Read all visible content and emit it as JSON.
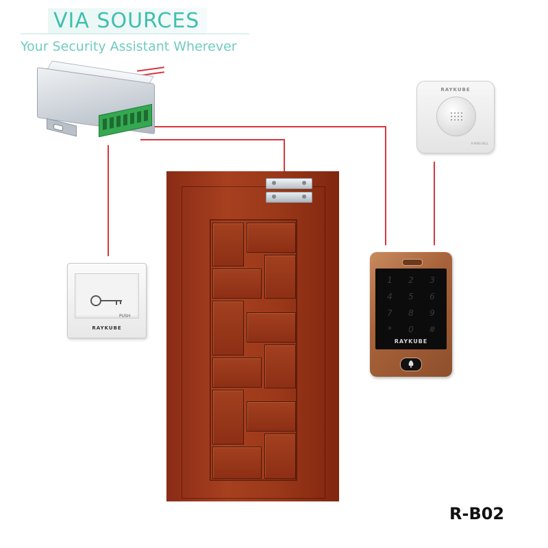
{
  "brand": {
    "title": "VIA SOURCES",
    "tagline": "Your Security Assistant Wherever",
    "color": "#3fbfae"
  },
  "devices": {
    "exit_button": {
      "brand": "RAYKUBE",
      "label": "PUSH",
      "icon": "key-icon"
    },
    "keypad": {
      "brand": "RAYKUBE",
      "keys": [
        "1",
        "2",
        "3",
        "4",
        "5",
        "6",
        "7",
        "8",
        "9",
        "*",
        "0",
        "#"
      ],
      "icon": "bell-icon"
    },
    "doorbell": {
      "brand": "RAYKUBE",
      "model": "R-WIRE BELL"
    }
  },
  "wire_color": "#d8343b",
  "model_code": "R-B02"
}
